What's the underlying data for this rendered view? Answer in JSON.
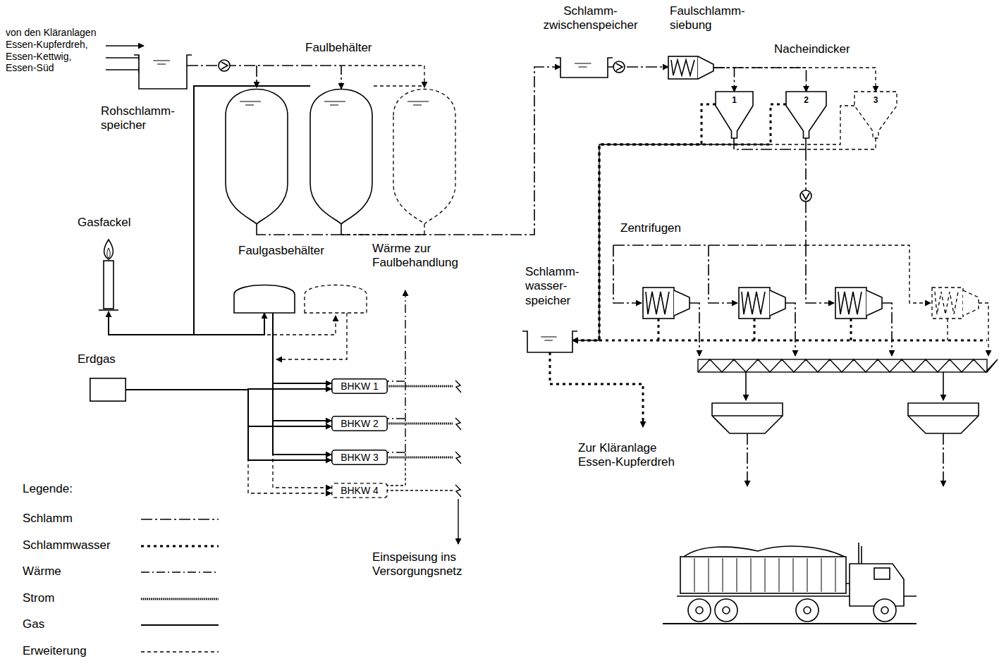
{
  "diagram": {
    "nodes": [
      {
        "text": [
          "Rohschlamm- speicher"
        ]
      },
      {
        "text": [
          "Faulbehälter"
        ]
      },
      {
        "text": [
          "Gasfackel"
        ]
      },
      {
        "text": [
          "Faulgasbehälter"
        ]
      },
      {
        "text": [
          "Erdgas"
        ]
      },
      {
        "text": [
          "BHKW 1"
        ]
      },
      {
        "text": [
          "BHKW 2"
        ]
      },
      {
        "text": [
          "BHKW 3"
        ]
      },
      {
        "text": [
          "BHKW 4"
        ]
      },
      {
        "text": [
          "Schlamm- zwischenspeicher"
        ]
      },
      {
        "text": [
          "Faulschlamm- siebung"
        ]
      },
      {
        "text": [
          "1"
        ]
      },
      {
        "text": [
          "2"
        ]
      },
      {
        "text": [
          "3"
        ]
      },
      {
        "text": [
          "Schlamm- wasser- speicher"
        ]
      }
    ],
    "edges": [
      {
        "from": 0,
        "to": 1,
        "arrow": "to"
      },
      {
        "from": 1,
        "to": 9,
        "arrow": "to"
      },
      {
        "from": 9,
        "to": 10,
        "arrow": "to"
      },
      {
        "from": 10,
        "to": 11,
        "arrow": "to"
      },
      {
        "from": 10,
        "to": 12,
        "arrow": "to"
      },
      {
        "from": 10,
        "to": 13,
        "arrow": "to"
      },
      {
        "from": 1,
        "to": 2,
        "arrow": "to"
      },
      {
        "from": 1,
        "to": 3,
        "arrow": "to"
      },
      {
        "from": 3,
        "to": 5,
        "arrow": "to"
      },
      {
        "from": 3,
        "to": 6,
        "arrow": "to"
      },
      {
        "from": 3,
        "to": 7,
        "arrow": "to"
      },
      {
        "from": 3,
        "to": 8,
        "arrow": "to"
      },
      {
        "from": 4,
        "to": 5,
        "arrow": "to"
      },
      {
        "from": 4,
        "to": 6,
        "arrow": "to"
      },
      {
        "from": 4,
        "to": 7,
        "arrow": "to"
      },
      {
        "from": 4,
        "to": 8,
        "arrow": "to"
      },
      {
        "from": 11,
        "to": 14,
        "arrow": "to"
      },
      {
        "from": 12,
        "to": 14,
        "arrow": "to"
      },
      {
        "from": 13,
        "to": 14,
        "arrow": "to"
      }
    ],
    "labels": [
      "von den Kläranlagen Essen-Kupferdreh, Essen-Kettwig, Essen-Süd",
      "Nacheindicker",
      "Zentrifugen",
      "Wärme zur Faulbehandlung",
      "Einspeisung ins Versorgungsnetz",
      "Zur Kläranlage Essen-Kupferdreh",
      "Legende:"
    ],
    "legend": [
      {
        "text": "Schlamm"
      },
      {
        "text": "Schlammwasser"
      },
      {
        "text": "Wärme"
      },
      {
        "text": "Strom"
      },
      {
        "text": "Gas"
      },
      {
        "text": "Erweiterung"
      }
    ]
  }
}
